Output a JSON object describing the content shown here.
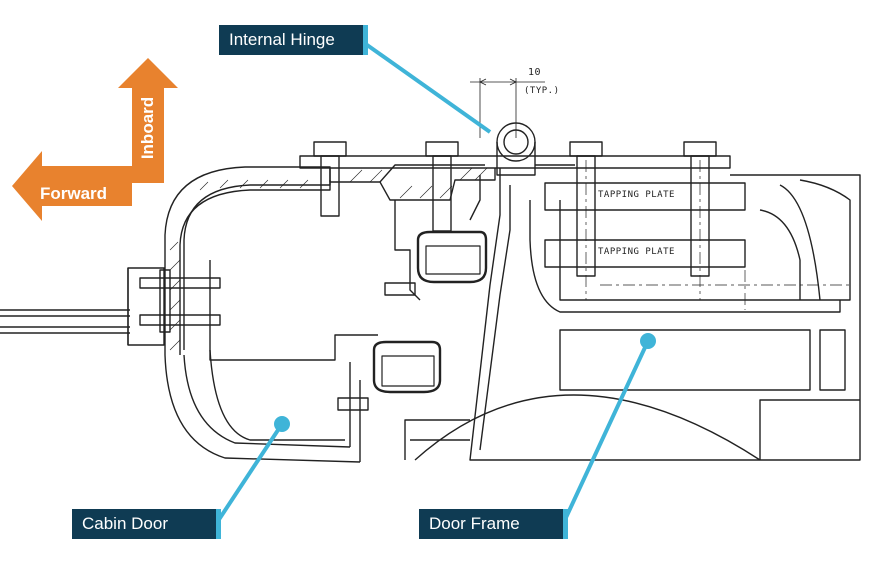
{
  "labels": {
    "internal_hinge": "Internal Hinge",
    "cabin_door": "Cabin Door",
    "door_frame": "Door Frame"
  },
  "orientation": {
    "forward": "Forward",
    "inboard": "Inboard",
    "arrow_color": "#e8822e"
  },
  "drawing_text": {
    "tapping_plate_upper": "TAPPING PLATE",
    "tapping_plate_lower": "TAPPING PLATE",
    "dimension_value": "10",
    "dimension_note": "(TYP.)"
  },
  "colors": {
    "label_background": "#0f3b53",
    "leader_line": "#3fb4d8",
    "drawing_ink": "#222222"
  }
}
